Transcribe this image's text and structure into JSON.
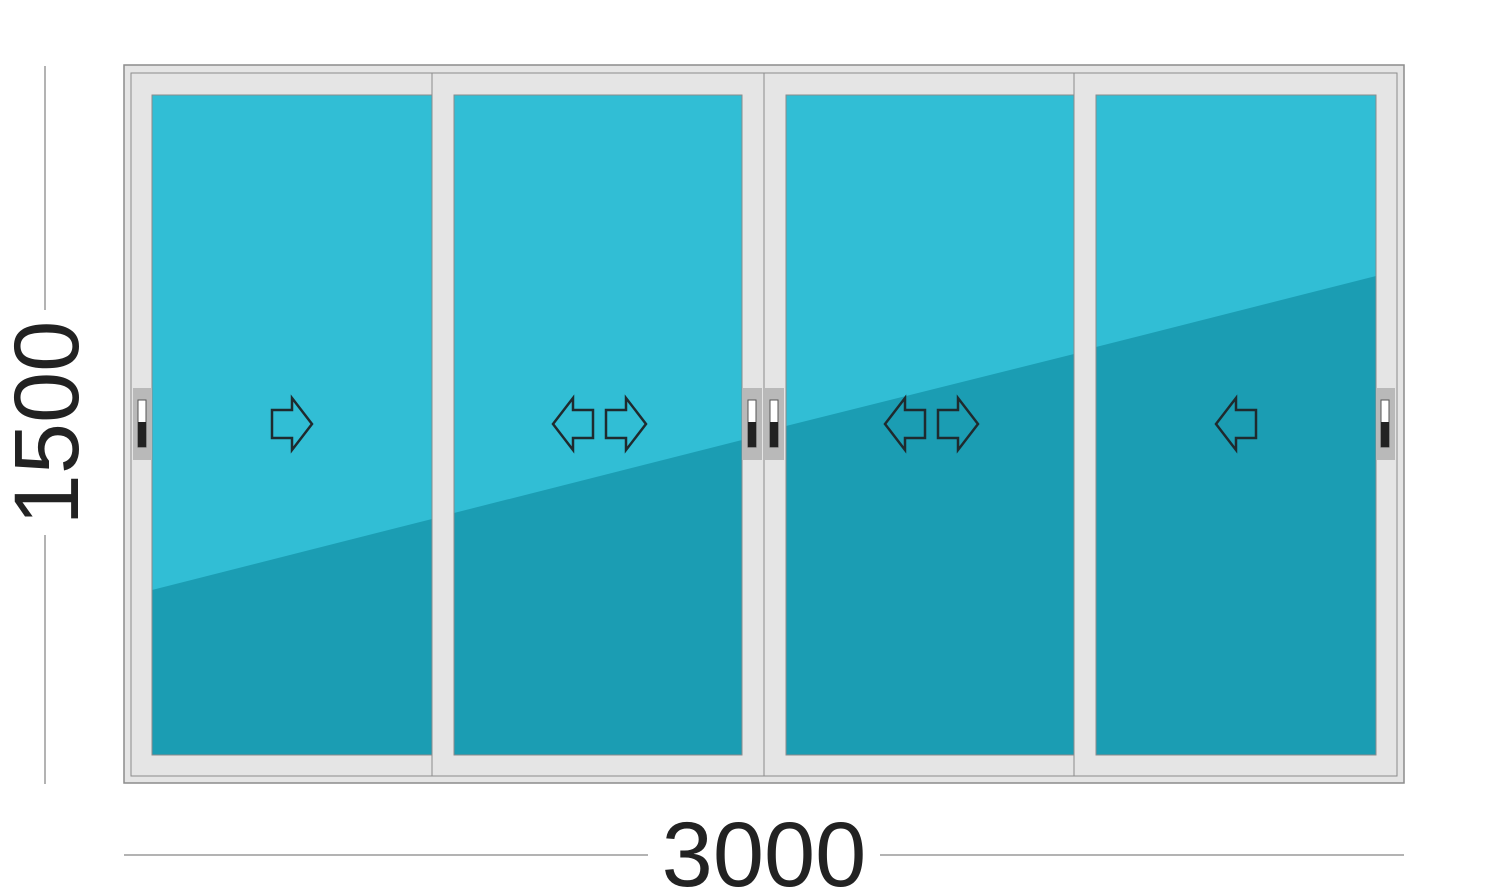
{
  "dimensions": {
    "width_label": "3000",
    "height_label": "1500"
  },
  "panels": [
    {
      "id": 1,
      "arrows": [
        "right-arrow-icon"
      ]
    },
    {
      "id": 2,
      "arrows": [
        "left-arrow-icon",
        "right-arrow-icon"
      ]
    },
    {
      "id": 3,
      "arrows": [
        "left-arrow-icon",
        "right-arrow-icon"
      ]
    },
    {
      "id": 4,
      "arrows": [
        "left-arrow-icon"
      ]
    }
  ],
  "colors": {
    "glass_light": "#31bed5",
    "glass_dark": "#1b9db3",
    "frame": "#e5e5e5",
    "frame_stroke": "#8c8c8c",
    "handle_plate": "#b9b9b9",
    "handle_dark": "#222222",
    "dimension_line": "#b3b3b3",
    "text": "#222222"
  }
}
